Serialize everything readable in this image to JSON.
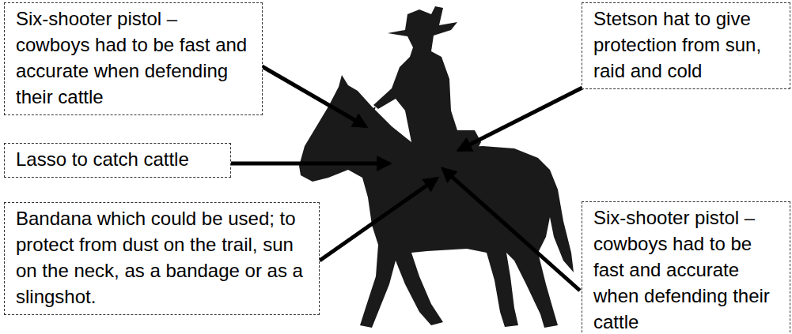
{
  "diagram": {
    "nodes": [
      {
        "text": [
          "Six-shooter pistol – cowboys had to be fast and accurate when defending their cattle"
        ]
      },
      {
        "text": [
          "Stetson hat to give protection from sun, raid and cold"
        ]
      },
      {
        "text": [
          "Lasso to catch cattle"
        ]
      },
      {
        "text": [
          "Bandana which could be used; to protect from dust on the trail, sun on the neck, as a bandage or as a slingshot."
        ]
      },
      {
        "text": [
          "Six-shooter pistol – cowboys had to be fast and accurate when defending their cattle"
        ]
      }
    ]
  }
}
